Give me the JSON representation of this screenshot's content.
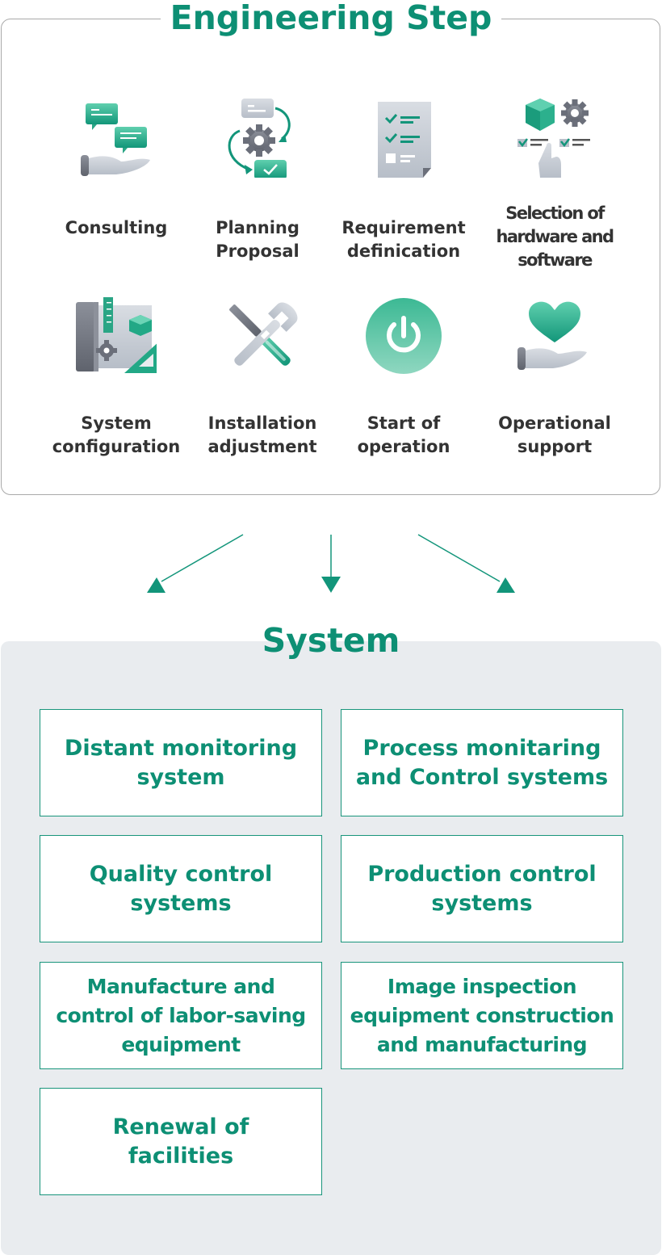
{
  "engineering": {
    "title": "Engineering Step",
    "steps": [
      {
        "icon": "consulting-chat-hand-icon",
        "label": "Consulting"
      },
      {
        "icon": "planning-cycle-gear-icon",
        "label": "Planning\nProposal"
      },
      {
        "icon": "requirement-checklist-icon",
        "label": "Requirement\ndefinication"
      },
      {
        "icon": "hardware-software-selection-icon",
        "label": "Selection of\nhardware and\nsoftware"
      },
      {
        "icon": "system-blueprint-icon",
        "label": "System\nconfiguration"
      },
      {
        "icon": "wrench-screwdriver-icon",
        "label": "Installation\nadjustment"
      },
      {
        "icon": "power-button-icon",
        "label": "Start of\noperation"
      },
      {
        "icon": "heart-hand-icon",
        "label": "Operational\nsupport"
      }
    ]
  },
  "system": {
    "title": "System",
    "items": [
      "Distant monitoring\nsystem",
      "Process monitaring\nand Control systems",
      "Quality control\nsystems",
      "Production control\nsystems",
      "Manufacture and\ncontrol of labor-saving\nequipment",
      "Image inspection\nequipment construction\nand manufacturing",
      "Renewal of\nfacilities"
    ]
  },
  "colors": {
    "accent": "#0d8f74",
    "accent_light": "#4fc3a4",
    "icon_gray": "#c7ccd3",
    "icon_dark": "#6b6f7a",
    "panel_bg": "#e9ecef",
    "text": "#333333"
  }
}
